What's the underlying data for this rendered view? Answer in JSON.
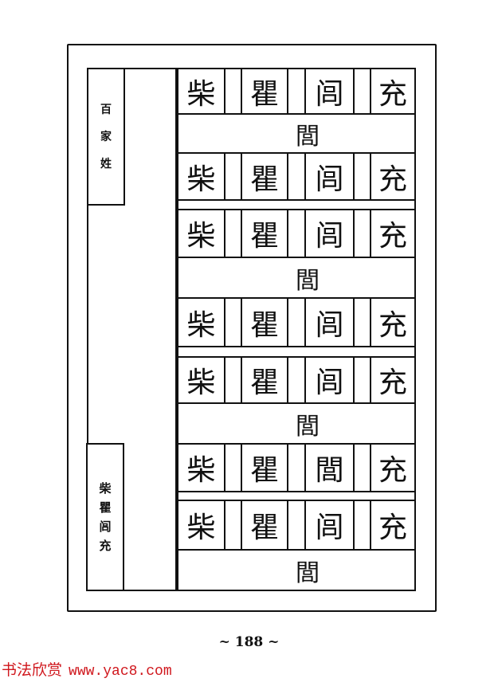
{
  "page": {
    "type": "calligraphy copybook page",
    "section_title": [
      "百",
      "家",
      "姓"
    ],
    "entry_label": [
      "柴",
      "瞿",
      "闾",
      "充"
    ],
    "page_number": "~ 188 ~"
  },
  "grid": {
    "rows": [
      {
        "style": "regular (kaishu)",
        "chars": [
          "柴",
          "瞿",
          "闾",
          "充"
        ],
        "annotation": "閭"
      },
      {
        "style": "running (xingshu)",
        "chars": [
          "柴",
          "瞿",
          "闾",
          "充"
        ],
        "annotation": null
      },
      {
        "style": "running (xingshu)",
        "chars": [
          "柴",
          "瞿",
          "闾",
          "充"
        ],
        "annotation": "閭"
      },
      {
        "style": "cursive (caoshu)",
        "chars": [
          "柴",
          "瞿",
          "闾",
          "充"
        ],
        "annotation": null
      },
      {
        "style": "regular (kaishu)",
        "chars": [
          "柴",
          "瞿",
          "闾",
          "充"
        ],
        "annotation": "閭"
      },
      {
        "style": "seal (zhuanshu)",
        "chars": [
          "柴",
          "瞿",
          "閭",
          "充"
        ],
        "annotation": null
      },
      {
        "style": "regular (kaishu)",
        "chars": [
          "柴",
          "瞿",
          "闾",
          "充"
        ],
        "annotation": "閭"
      }
    ]
  },
  "watermark": {
    "text": "书法欣赏",
    "url": "www.yac8.com",
    "color": "#d0171d"
  }
}
